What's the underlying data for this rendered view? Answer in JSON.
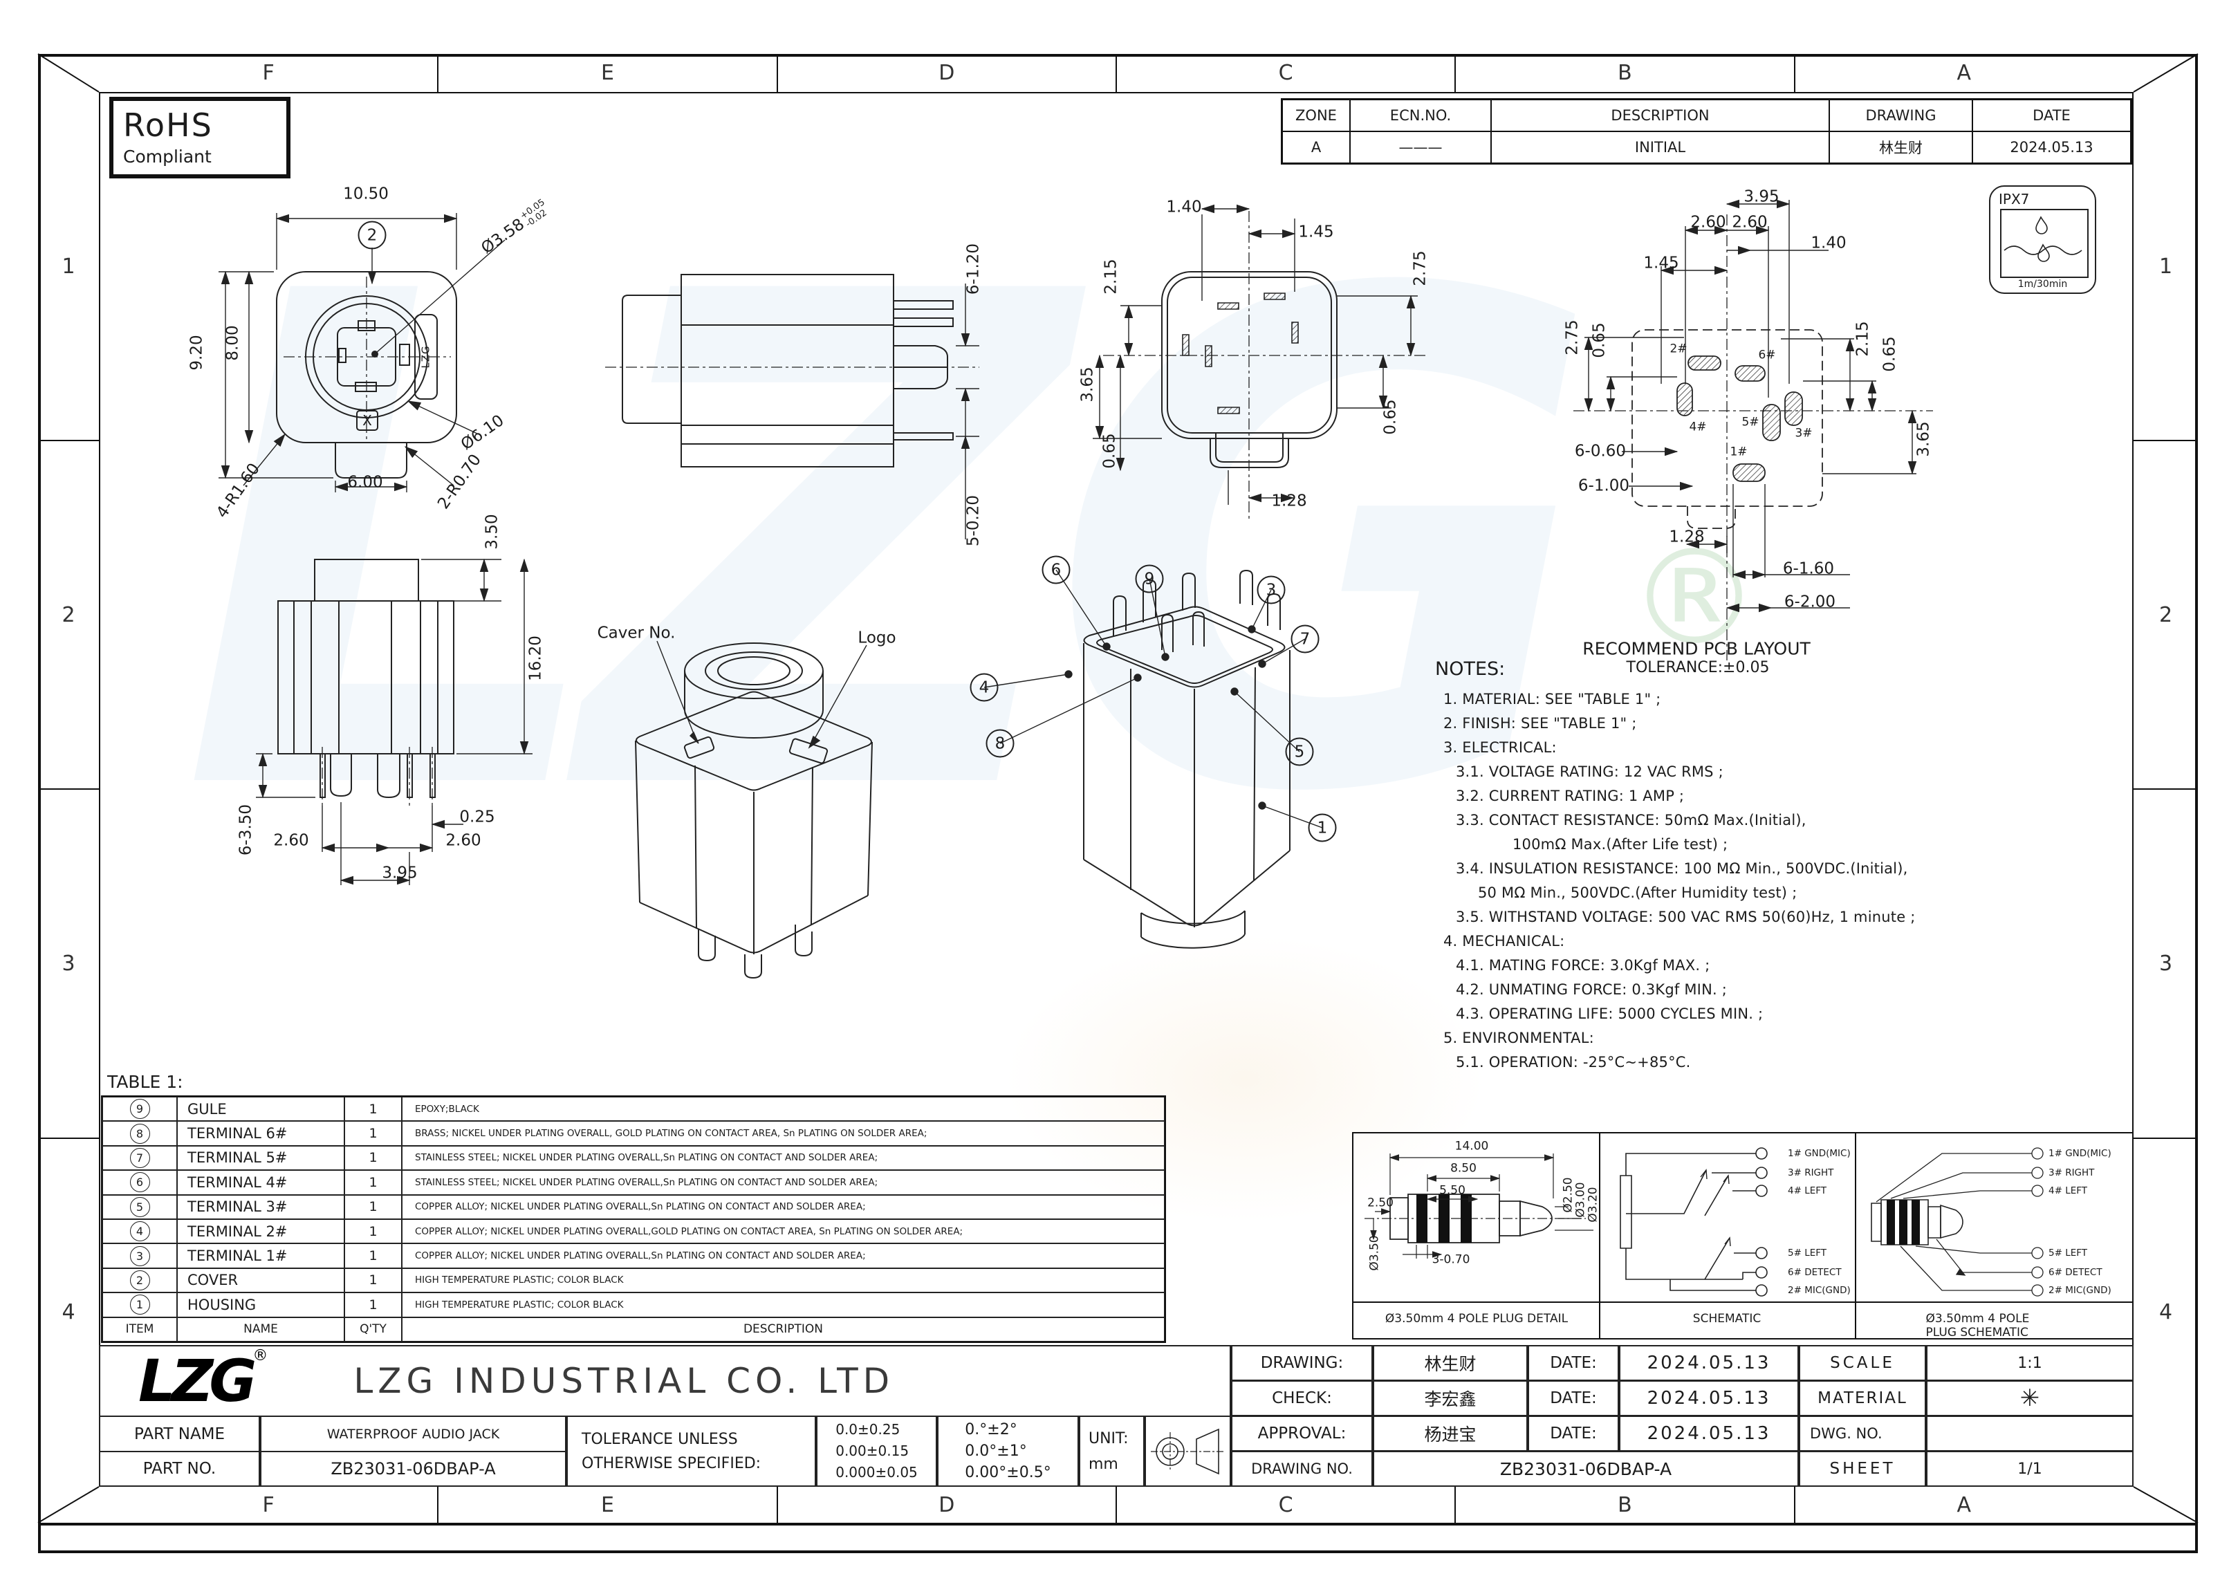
{
  "sheet": {
    "cols": [
      "F",
      "E",
      "D",
      "C",
      "B",
      "A"
    ],
    "rows": [
      "1",
      "2",
      "3",
      "4"
    ]
  },
  "watermark": {
    "text": "LZG",
    "reg": "®"
  },
  "rohs": {
    "title": "RoHS",
    "subtitle": "Compliant"
  },
  "ecn": {
    "headers": [
      "ZONE",
      "ECN.NO.",
      "DESCRIPTION",
      "DRAWING",
      "DATE"
    ],
    "row": [
      "A",
      "———",
      "INITIAL",
      "林生财",
      "2024.05.13"
    ]
  },
  "ipx7": {
    "label": "IPX7",
    "duration": "1m/30min"
  },
  "views": {
    "front": {
      "balloon": "2",
      "w": "10.50",
      "h_outer": "9.20",
      "h_inner": "8.00",
      "hole": "Ø3.58",
      "hole_tol_plus": "+0.05",
      "hole_tol_minus": "-0.02",
      "ring": "Ø6.10",
      "corner_r": "4-R1.60",
      "notch_r": "2-R0.70",
      "tab_w": "6.00",
      "mark": "X",
      "part_logo": "LZG"
    },
    "side": {
      "pin_len": "6-1.20",
      "tail": "5-0.20"
    },
    "rear": {
      "dims": [
        "1.40",
        "1.45",
        "2.15",
        "2.75",
        "3.65",
        "0.65",
        "0.65",
        "1.28"
      ]
    },
    "pcb": {
      "dims": [
        "3.95",
        "2.60",
        "2.60",
        "1.40",
        "1.45",
        "2.75",
        "0.65",
        "2.15",
        "0.65",
        "3.65",
        "6-0.60",
        "6-1.00",
        "1.28",
        "6-1.60",
        "6-2.00"
      ],
      "pads": [
        "2#",
        "6#",
        "4#",
        "5#",
        "3#",
        "1#"
      ],
      "caption": "RECOMMEND PCB LAYOUT",
      "tolerance": "TOLERANCE:±0.05"
    },
    "bottom": {
      "dims": [
        "3.50",
        "16.20",
        "6-3.50",
        "2.60",
        "2.60",
        "0.25",
        "3.95"
      ]
    },
    "iso": {
      "cover_label": "Caver No.",
      "logo_label": "Logo"
    },
    "exploded": {
      "balloons": [
        "6",
        "9",
        "3",
        "7",
        "4",
        "8",
        "5",
        "1"
      ]
    }
  },
  "notes": {
    "title": "NOTES:",
    "lines": [
      "1. MATERIAL: SEE \"TABLE 1\" ;",
      "2. FINISH: SEE \"TABLE 1\" ;",
      "3. ELECTRICAL:",
      "3.1. VOLTAGE RATING: 12 VAC RMS ;",
      "3.2. CURRENT RATING: 1 AMP ;",
      "3.3. CONTACT RESISTANCE: 50mΩ Max.(Initial),",
      "100mΩ Max.(After Life test) ;",
      "3.4. INSULATION RESISTANCE: 100 MΩ Min., 500VDC.(Initial),",
      "50 MΩ Min., 500VDC.(After Humidity test) ;",
      "3.5. WITHSTAND VOLTAGE: 500 VAC RMS 50(60)Hz, 1 minute ;",
      "4. MECHANICAL:",
      "4.1. MATING FORCE: 3.0Kgf MAX. ;",
      "4.2. UNMATING FORCE: 0.3Kgf MIN. ;",
      "4.3. OPERATING LIFE: 5000 CYCLES MIN. ;",
      "5. ENVIRONMENTAL:",
      "5.1. OPERATION: -25°C~+85°C."
    ]
  },
  "table1": {
    "title": "TABLE 1:",
    "header": {
      "item": "ITEM",
      "name": "NAME",
      "qty": "Q'TY",
      "desc": "DESCRIPTION"
    },
    "rows": [
      {
        "item": "9",
        "name": "GULE",
        "qty": "1",
        "desc": "EPOXY;BLACK"
      },
      {
        "item": "8",
        "name": "TERMINAL 6#",
        "qty": "1",
        "desc": "BRASS; NICKEL UNDER PLATING OVERALL, GOLD PLATING ON CONTACT AREA, Sn PLATING ON SOLDER AREA;"
      },
      {
        "item": "7",
        "name": "TERMINAL 5#",
        "qty": "1",
        "desc": "STAINLESS STEEL; NICKEL UNDER PLATING OVERALL,Sn PLATING ON CONTACT AND SOLDER AREA;"
      },
      {
        "item": "6",
        "name": "TERMINAL 4#",
        "qty": "1",
        "desc": "STAINLESS STEEL; NICKEL UNDER PLATING OVERALL,Sn PLATING ON CONTACT AND SOLDER AREA;"
      },
      {
        "item": "5",
        "name": "TERMINAL 3#",
        "qty": "1",
        "desc": "COPPER ALLOY; NICKEL UNDER PLATING OVERALL,Sn PLATING ON CONTACT AND SOLDER AREA;"
      },
      {
        "item": "4",
        "name": "TERMINAL 2#",
        "qty": "1",
        "desc": "COPPER ALLOY; NICKEL UNDER PLATING OVERALL,GOLD PLATING ON CONTACT AREA, Sn PLATING ON SOLDER AREA;"
      },
      {
        "item": "3",
        "name": "TERMINAL 1#",
        "qty": "1",
        "desc": "COPPER ALLOY; NICKEL UNDER PLATING OVERALL,Sn PLATING ON CONTACT AND SOLDER AREA;"
      },
      {
        "item": "2",
        "name": "COVER",
        "qty": "1",
        "desc": "HIGH TEMPERATURE PLASTIC;  COLOR BLACK"
      },
      {
        "item": "1",
        "name": "HOUSING",
        "qty": "1",
        "desc": "HIGH TEMPERATURE PLASTIC;  COLOR BLACK"
      }
    ]
  },
  "panels": {
    "plug_detail": {
      "caption": "Ø3.50mm 4 POLE PLUG DETAIL",
      "dims": [
        "14.00",
        "8.50",
        "5.50",
        "2.50",
        "Ø2.50",
        "Ø3.00",
        "Ø3.20",
        "Ø3.50",
        "3-0.70"
      ]
    },
    "schematic": {
      "caption": "SCHEMATIC",
      "terminals": [
        "1# GND(MIC)",
        "3# RIGHT",
        "4# LEFT",
        "5# LEFT",
        "6# DETECT",
        "2# MIC(GND)"
      ]
    },
    "plug_schematic": {
      "caption": "Ø3.50mm 4 POLE PLUG SCHEMATIC",
      "terminals": [
        "1# GND(MIC)",
        "3# RIGHT",
        "4# LEFT",
        "5# LEFT",
        "6# DETECT",
        "2# MIC(GND)"
      ]
    }
  },
  "titleblock": {
    "logo": "LZG",
    "logo_reg": "®",
    "company": "LZG INDUSTRIAL CO. LTD",
    "part_name_label": "PART NAME",
    "part_name": "WATERPROOF AUDIO JACK",
    "part_no_label": "PART NO.",
    "part_no": "ZB23031-06DBAP-A",
    "tol_label1": "TOLERANCE UNLESS",
    "tol_label2": "OTHERWISE SPECIFIED:",
    "tols": [
      "0.0±0.25",
      "0.00±0.15",
      "0.000±0.05"
    ],
    "angles": [
      "0.°±2°",
      "0.0°±1°",
      "0.00°±0.5°"
    ],
    "unit_label": "UNIT:",
    "unit": "mm",
    "drawing_label": "DRAWING:",
    "drawing": "林生财",
    "check_label": "CHECK:",
    "check": "李宏鑫",
    "approval_label": "APPROVAL:",
    "approval": "杨进宝",
    "date_label": "DATE:",
    "date": "2024.05.13",
    "scale_label": "SCALE",
    "scale": "1:1",
    "material_label": "MATERIAL",
    "material": "✳",
    "dwg_no_label": "DWG. NO.",
    "drawing_no_label": "DRAWING NO.",
    "drawing_no": "ZB23031-06DBAP-A",
    "sheet_label": "SHEET",
    "sheet": "1/1"
  }
}
